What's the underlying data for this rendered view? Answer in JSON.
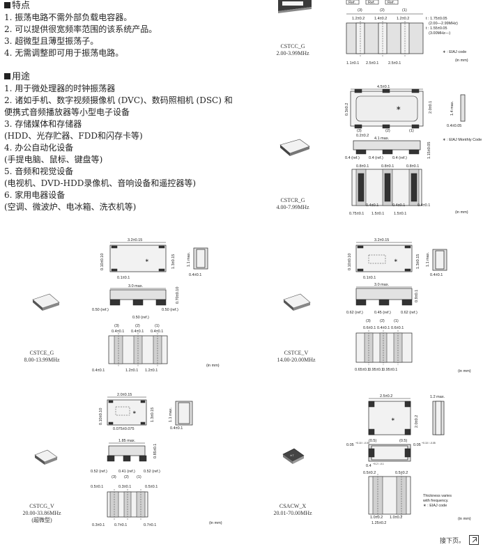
{
  "features": {
    "title": "特点",
    "items": [
      "1. 振荡电路不需外部负载电容器。",
      "2. 可以提供很宽频率范围的该系统产品。",
      "3. 超微型且薄型振荡子。",
      "4. 无需调整即可用于振荡电路。"
    ]
  },
  "applications": {
    "title": "用途",
    "items": [
      "1. 用于微处理器的时钟振荡器",
      "2. 诸如手机、数字视频摄像机 (DVC)、数码照相机 (DSC) 和",
      "便携式音频播放器等小型电子设备",
      "3. 存储媒体和存储器",
      "(HDD、光存贮器、FDD和闪存卡等)",
      "4. 办公自动化设备",
      "(手提电脑、鼠标、键盘等)",
      "5. 音频和视觉设备",
      "(电视机、DVD-HDD录像机、音响设备和遥控器等)",
      "6. 家用电器设备",
      "(空调、微波炉、电冰箱、洗衣机等)"
    ]
  },
  "products": {
    "cstcc_g": {
      "name": "CSTCC_G",
      "range": "2.00-3.99MHz"
    },
    "cstcr_g": {
      "name": "CSTCR_G",
      "range": "4.00-7.99MHz"
    },
    "cstce_g": {
      "name": "CSTCE_G",
      "range": "8.00-13.99MHz"
    },
    "cstce_v": {
      "name": "CSTCE_V",
      "range": "14.00-20.00MHz"
    },
    "cstcg_v": {
      "name": "CSTCG_V",
      "range": "20.00-33.86MHz",
      "note": "(超微型)"
    },
    "csacw_x": {
      "name": "CSACW_X",
      "range": "20.01-70.00MHz"
    }
  },
  "drawings": {
    "unit": "(in mm)",
    "cstcc": {
      "ref": "Ref.",
      "pins": [
        "(3)",
        "(2)",
        "(1)"
      ],
      "dims_top": [
        "1.2±0.2",
        "1.4±0.2",
        "1.2±0.2"
      ],
      "dims_bottom": [
        "1.1±0.1",
        "2.5±0.1",
        "2.5±0.1"
      ],
      "note_t1": "t : 1.75±0.05",
      "note_t1b": "(2.00—2.99MHz)",
      "note_t2": "t : 1.55±0.05",
      "note_t2b": "(3.00MHz—)",
      "eiaj": "∗ : EIAJ code"
    },
    "cstcr": {
      "w": "4.5±0.1",
      "h": "2.0±0.1",
      "side_h": "1.4 max.",
      "side_w": "0.4±0.05",
      "left": "0.3±0.2",
      "bottom_left": "0.2±0.2",
      "pins": [
        "(3)",
        "(2)",
        "(1)"
      ],
      "len": "4.1 max.",
      "height": "1.15±0.05",
      "gaps": [
        "0.4 (ref.)",
        "0.4 (ref.)",
        "0.4 (ref.)"
      ],
      "pads": [
        "0.8±0.1",
        "0.8±0.1",
        "0.8±0.1"
      ],
      "pads2": [
        "0.4±0.1",
        "0.4±0.1",
        "0.4±0.1"
      ],
      "bottom": [
        "0.75±0.1",
        "1.5±0.1",
        "1.5±0.1"
      ],
      "eiaj": "∗ : EIAJ Monthly Code"
    },
    "cstce_g": {
      "w": "3.2±0.15",
      "h": "0.10±0.10",
      "side": "1.3±0.15",
      "side_h": "1.1 max.",
      "side_w": "0.4±0.1",
      "edge": "0.1±0.1",
      "len": "3.0 max.",
      "thk": "0.70±0.10",
      "refl": "0.50 (ref.)",
      "refr": "0.50 (ref.)",
      "refc": "0.50 (ref.)",
      "pins": [
        "(3)",
        "(2)",
        "(1)"
      ],
      "pads": [
        "0.4±0.1",
        "0.4±0.1",
        "0.4±0.1"
      ],
      "bottom": [
        "0.4±0.1",
        "1.2±0.1",
        "1.2±0.1"
      ]
    },
    "cstce_v": {
      "w": "3.2±0.15",
      "h": "0.10±0.10",
      "side": "1.3±0.15",
      "side_h": "1.1 max.",
      "side_w": "0.4±0.1",
      "edge": "0.1±0.1",
      "len": "3.0 max.",
      "thk": "0.9±0.1",
      "refl": "0.62 (ref.)",
      "refc": "0.45 (ref.)",
      "refr": "0.62 (ref.)",
      "pins": [
        "(3)",
        "(2)",
        "(1)"
      ],
      "pads": [
        "0.6±0.1",
        "0.4±0.1",
        "0.6±0.1"
      ],
      "bottom": [
        "0.65±0.1",
        "0.95±0.1",
        "0.95±0.1"
      ]
    },
    "cstcg_v": {
      "w": "2.0±0.15",
      "h": "0.10±0.10",
      "side": "1.3±0.15",
      "side_h": "1.1 max.",
      "side_w": "0.4±0.1",
      "edge": "0.075±0.075",
      "len": "1.85 max.",
      "thk": "0.85±0.1",
      "refl": "0.52 (ref.)",
      "refc": "0.41 (ref.)",
      "refr": "0.52 (ref.)",
      "pins": [
        "(3)",
        "(2)",
        "(1)"
      ],
      "pads": [
        "0.5±0.1",
        "0.3±0.1",
        "0.5±0.1"
      ],
      "bottom": [
        "0.3±0.1",
        "0.7±0.1",
        "0.7±0.1"
      ]
    },
    "csacw": {
      "w": "2.5±0.2",
      "h": "2.0±0.2",
      "side_h": "1.2 max.",
      "pads": [
        "(0.5)",
        "(0.5)"
      ],
      "tol_l": "0.05",
      "tol_l_exp": "+0.10 / -0.05",
      "tol_r": "0.05",
      "tol_r_exp": "+0.10 / -0.05",
      "pin_w": "0.4",
      "pin_w_exp": "+0.2 / -0.1",
      "pin_l": "0.5±0.2",
      "pin_r": "0.5±0.2",
      "bottom": [
        "1.0±0.2",
        "1.0±0.2"
      ],
      "bottom_w": "1.25±0.2",
      "note1": "Thickness varies",
      "note2": "with frequency.",
      "eiaj": "∗ : EIAJ code"
    }
  },
  "footer": {
    "next": "接下页。"
  }
}
